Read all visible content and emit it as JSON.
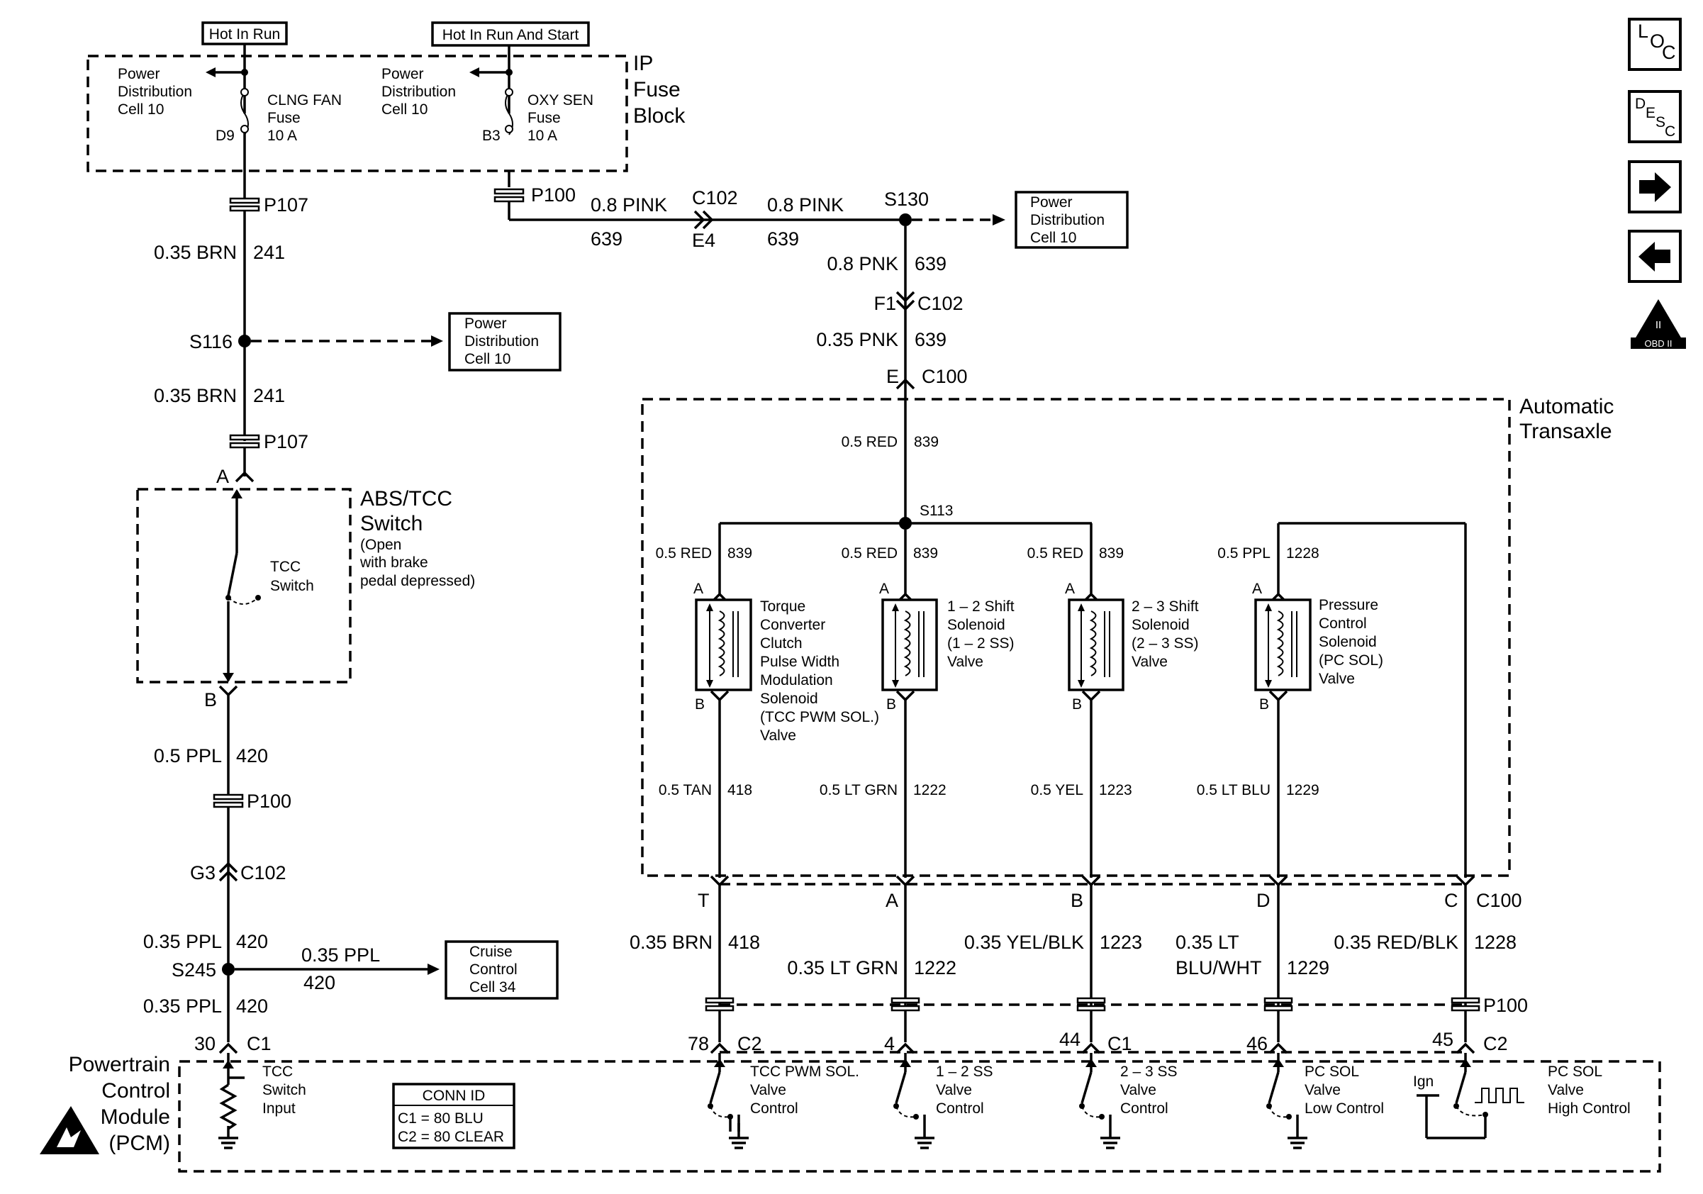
{
  "fuse_block": {
    "label": [
      "IP",
      "Fuse",
      "Block"
    ],
    "hot_in_run": "Hot In Run",
    "hot_in_run_and_start": "Hot In Run And Start",
    "left_power_ref": [
      "Power",
      "Distribution",
      "Cell 10"
    ],
    "right_power_ref": [
      "Power",
      "Distribution",
      "Cell 10"
    ],
    "clng_fan_fuse": [
      "CLNG FAN",
      "Fuse",
      "10 A"
    ],
    "oxy_sen_fuse": [
      "OXY SEN",
      "Fuse",
      "10 A"
    ],
    "pin_d9": "D9",
    "pin_b3": "B3"
  },
  "left_circuit": {
    "p107_top": "P107",
    "wire1_color": "0.35 BRN",
    "wire1_circuit": "241",
    "splice": "S116",
    "splice_ref": [
      "Power",
      "Distribution",
      "Cell 10"
    ],
    "wire2_color": "0.35 BRN",
    "wire2_circuit": "241",
    "p107_bottom": "P107",
    "pin_a": "A",
    "switch_label": [
      "ABS/TCC",
      "Switch"
    ],
    "switch_note": [
      "(Open",
      "with brake",
      "pedal depressed)"
    ],
    "tcc_switch": [
      "TCC",
      "Switch"
    ],
    "pin_b": "B",
    "wire3_color": "0.5 PPL",
    "wire3_circuit": "420",
    "p100": "P100",
    "g3": "G3",
    "c102": "C102",
    "wire4_color": "0.35 PPL",
    "wire4_circuit": "420",
    "s245": "S245",
    "branch_color": "0.35 PPL",
    "branch_circuit": "420",
    "cruise_ref": [
      "Cruise",
      "Control",
      "Cell 34"
    ],
    "wire5_color": "0.35 PPL",
    "wire5_circuit": "420",
    "pin_30": "30",
    "c1": "C1"
  },
  "top_feed": {
    "p100": "P100",
    "wire_a_color": "0.8 PINK",
    "wire_a_circuit": "639",
    "c102": "C102",
    "e4": "E4",
    "wire_b_color": "0.8 PINK",
    "wire_b_circuit": "639",
    "s130": "S130",
    "s130_ref": [
      "Power",
      "Distribution",
      "Cell 10"
    ],
    "wire_c": "0.8 PNK",
    "wire_c_circuit": "639",
    "f1": "F1",
    "c102_b": "C102",
    "wire_d": "0.35 PNK",
    "wire_d_circuit": "639",
    "pin_e": "E",
    "c100": "C100"
  },
  "transaxle": {
    "label": [
      "Automatic",
      "Transaxle"
    ],
    "feed_color": "0.5 RED",
    "feed_circuit": "839",
    "splice": "S113",
    "solenoids": [
      {
        "in_color": "0.5 RED",
        "in_circuit": "839",
        "pin_in": "A",
        "pin_out": "B",
        "name": [
          "Torque",
          "Converter",
          "Clutch",
          "Pulse Width",
          "Modulation",
          "Solenoid",
          "(TCC PWM SOL.)",
          "Valve"
        ],
        "out_color": "0.5 TAN",
        "out_circuit": "418"
      },
      {
        "in_color": "0.5 RED",
        "in_circuit": "839",
        "pin_in": "A",
        "pin_out": "B",
        "name": [
          "1 – 2 Shift",
          "Solenoid",
          "(1 – 2 SS)",
          "Valve"
        ],
        "out_color": "0.5 LT GRN",
        "out_circuit": "1222"
      },
      {
        "in_color": "0.5 RED",
        "in_circuit": "839",
        "pin_in": "A",
        "pin_out": "B",
        "name": [
          "2 – 3 Shift",
          "Solenoid",
          "(2 – 3 SS)",
          "Valve"
        ],
        "out_color": "0.5 YEL",
        "out_circuit": "1223"
      },
      {
        "in_color": "0.5 PPL",
        "in_circuit": "1228",
        "pin_in": "A",
        "pin_out": "B",
        "name": [
          "Pressure",
          "Control",
          "Solenoid",
          "(PC SOL)",
          "Valve"
        ],
        "out_color": "0.5 LT BLU",
        "out_circuit": "1229"
      }
    ]
  },
  "c100_pins": [
    "T",
    "A",
    "B",
    "D",
    "C"
  ],
  "c100_label": "C100",
  "harness": [
    {
      "color": "0.35 BRN",
      "circuit": "418"
    },
    {
      "color": "0.35 LT GRN",
      "circuit": "1222"
    },
    {
      "color": "0.35 YEL/BLK",
      "circuit": "1223"
    },
    {
      "color_lines": [
        "0.35 LT",
        "BLU/WHT"
      ],
      "circuit": "1229"
    },
    {
      "color": "0.35 RED/BLK",
      "circuit": "1228"
    }
  ],
  "p100_bottom": "P100",
  "pcm_pins": [
    {
      "num": "78",
      "conn": "C2"
    },
    {
      "num": "4",
      "conn": ""
    },
    {
      "num": "44",
      "conn": "C1"
    },
    {
      "num": "46",
      "conn": ""
    },
    {
      "num": "45",
      "conn": "C2"
    }
  ],
  "pcm": {
    "label": [
      "Powertrain",
      "Control",
      "Module",
      "(PCM)"
    ],
    "tcc_input": [
      "TCC",
      "Switch",
      "Input"
    ],
    "conn_id_title": "CONN ID",
    "conn_id_rows": [
      "C1 = 80 BLU",
      "C2 = 80 CLEAR"
    ],
    "controls": [
      [
        "TCC PWM SOL.",
        "Valve",
        "Control"
      ],
      [
        "1 – 2 SS",
        "Valve",
        "Control"
      ],
      [
        "2 – 3 SS",
        "Valve",
        "Control"
      ],
      [
        "PC SOL",
        "Valve",
        "Low Control"
      ],
      [
        "PC SOL",
        "Valve",
        "High Control"
      ]
    ],
    "ign": "Ign"
  },
  "nav": {
    "loc": [
      "L",
      "O",
      "C"
    ],
    "desc": [
      "D",
      "E",
      "S",
      "C"
    ],
    "obd": [
      "II",
      "OBD II"
    ]
  }
}
